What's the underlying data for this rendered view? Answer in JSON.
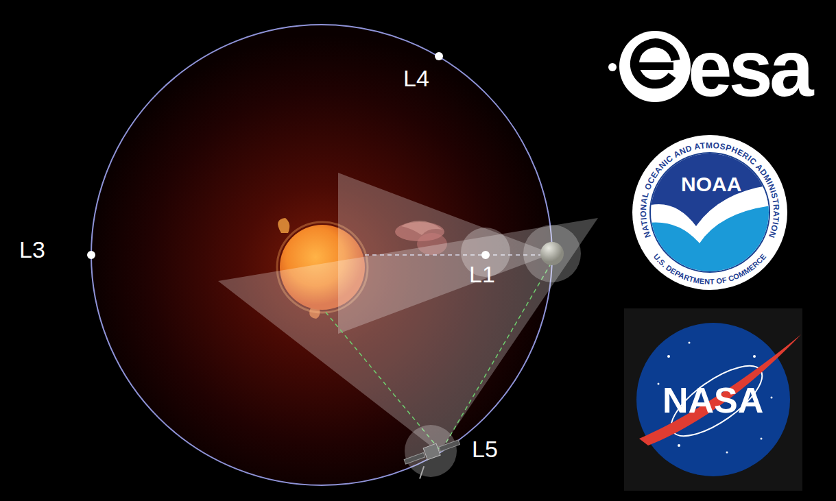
{
  "diagram": {
    "labels": [
      "L4",
      "L3",
      "L1",
      "L5",
      "esa",
      "NATIONAL OCEANIC AND ATMOSPHERIC ADMINISTRATION",
      "NOAA",
      "U.S. DEPARTMENT OF COMMERCE",
      "NASA"
    ]
  }
}
